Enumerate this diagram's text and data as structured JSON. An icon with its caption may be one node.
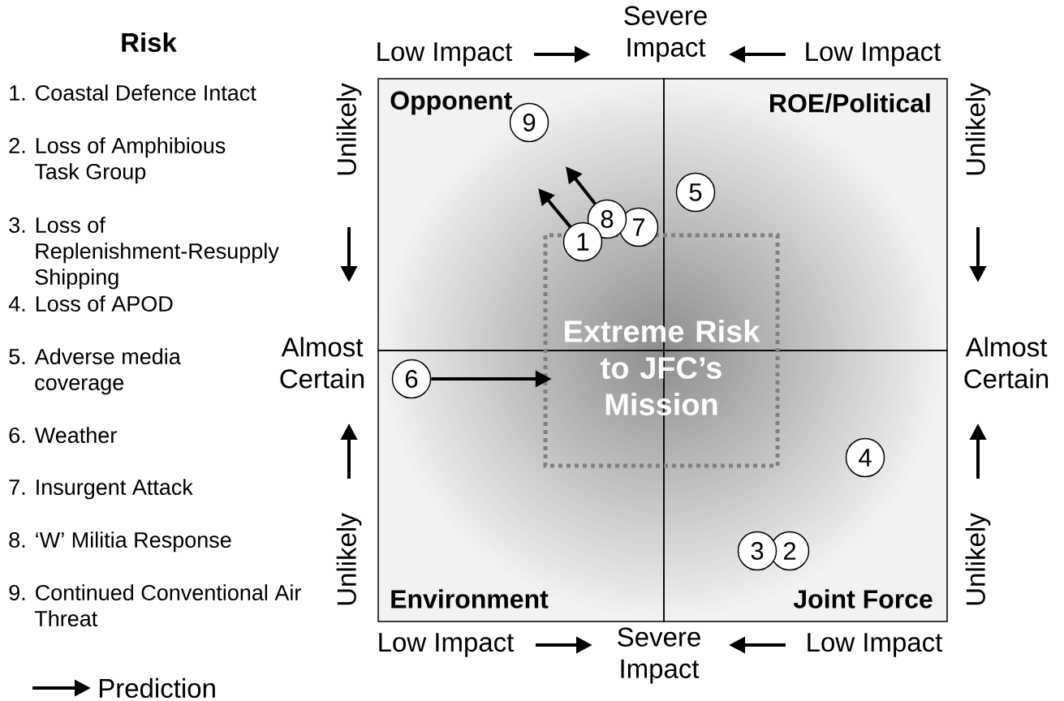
{
  "diagram": {
    "nodes": [
      {
        "text": [
          "Opponent"
        ]
      },
      {
        "text": [
          "ROE/Political"
        ]
      },
      {
        "text": [
          "Environment"
        ]
      },
      {
        "text": [
          "Joint Force"
        ]
      },
      {
        "text": [
          "Extreme Risk to JFC’s Mission"
        ]
      },
      {
        "text": [
          "9"
        ],
        "in": 0
      },
      {
        "text": [
          "5"
        ],
        "in": 1
      },
      {
        "text": [
          "1"
        ],
        "in": 0
      },
      {
        "text": [
          "8"
        ],
        "in": 0
      },
      {
        "text": [
          "7"
        ],
        "in": 0
      },
      {
        "text": [
          "6"
        ],
        "in": 2
      },
      {
        "text": [
          "4"
        ],
        "in": 3
      },
      {
        "text": [
          "3"
        ],
        "in": 3
      },
      {
        "text": [
          "2"
        ],
        "in": 3
      }
    ],
    "edges": [
      {
        "from": 7,
        "to": null,
        "arrow": "to"
      },
      {
        "from": 8,
        "to": null,
        "arrow": "to"
      },
      {
        "from": 10,
        "to": 4,
        "arrow": "to"
      }
    ],
    "labels": [
      "Risk",
      "Low Impact",
      "Severe Impact",
      "Low Impact",
      "1. Coastal Defence Intact",
      "2. Loss of Amphibious Task Group",
      "3. Loss of Replenishment-Resupply Shipping",
      "4. Loss of APOD",
      "5. Adverse media coverage",
      "6. Weather",
      "7. Insurgent Attack",
      "8. ‘W’ Militia Response",
      "9. Continued Conventional Air Threat",
      "Unlikely",
      "Unlikely",
      "Almost Certain",
      "Almost Certain",
      "Unlikely",
      "Unlikely",
      "Low Impact",
      "Severe Impact",
      "Low Impact"
    ],
    "legend": [
      {
        "text": "Prediction"
      }
    ]
  }
}
